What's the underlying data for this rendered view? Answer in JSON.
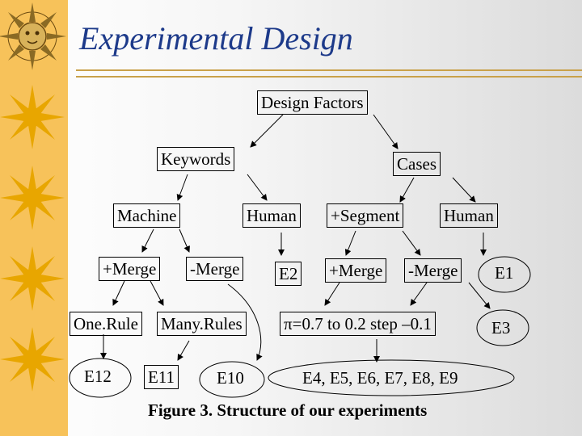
{
  "slide": {
    "title": "Experimental Design",
    "caption": "Figure 3. Structure of our experiments"
  },
  "colors": {
    "sidebar": "#f7c25a",
    "sun": "#e8a600",
    "title": "#1d3a8a",
    "rule": "#c9a14a"
  },
  "nodes": {
    "design_factors": "Design Factors",
    "keywords": "Keywords",
    "cases": "Cases",
    "machine": "Machine",
    "human_keywords": "Human",
    "segment": "+Segment",
    "human_cases": "Human",
    "merge_plus_left": "+Merge",
    "merge_minus_left": "-Merge",
    "e2": "E2",
    "merge_plus_right": "+Merge",
    "merge_minus_right": "-Merge",
    "e1": "E1",
    "one_rule": "One.Rule",
    "many_rules": "Many.Rules",
    "pi_range": "π=0.7 to 0.2 step –0.1",
    "e3": "E3",
    "e12": "E12",
    "e11": "E11",
    "e10": "E10",
    "e4_e9": "E4, E5, E6, E7, E8, E9"
  }
}
